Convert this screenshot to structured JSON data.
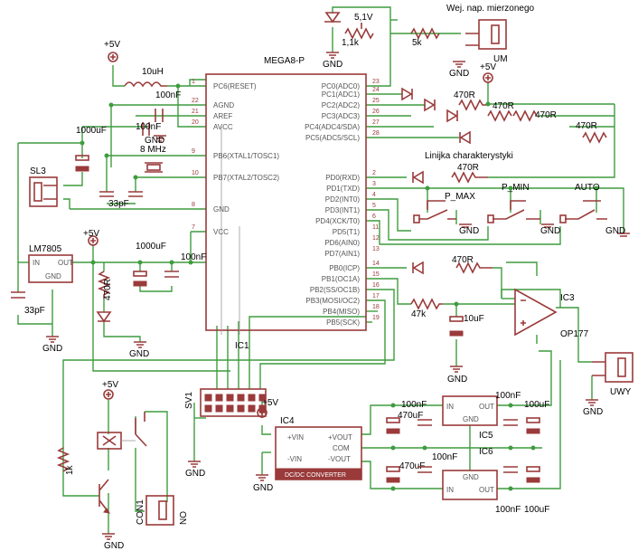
{
  "title_input": "Wej. nap. mierzonego",
  "mcu": {
    "name": "MEGA8-P",
    "ref": "IC1",
    "left_pins": [
      {
        "num": "1",
        "name": "PC6(RESET)"
      },
      {
        "num": "22",
        "name": "AGND"
      },
      {
        "num": "21",
        "name": "AREF"
      },
      {
        "num": "20",
        "name": "AVCC"
      },
      {
        "num": "9",
        "name": "PB6(XTAL1/TOSC1)"
      },
      {
        "num": "10",
        "name": "PB7(XTAL2/TOSC2)"
      },
      {
        "num": "8",
        "name": "GND"
      },
      {
        "num": "7",
        "name": "VCC"
      }
    ],
    "right_pins": [
      {
        "num": "23",
        "name": "PC0(ADC0)"
      },
      {
        "num": "24",
        "name": "PC1(ADC1)"
      },
      {
        "num": "25",
        "name": "PC2(ADC2)"
      },
      {
        "num": "26",
        "name": "PC3(ADC3)"
      },
      {
        "num": "27",
        "name": "PC4(ADC4/SDA)"
      },
      {
        "num": "28",
        "name": "PC5(ADC5/SCL)"
      },
      {
        "num": "2",
        "name": "PD0(RXD)"
      },
      {
        "num": "3",
        "name": "PD1(TXD)"
      },
      {
        "num": "4",
        "name": "PD2(INT0)"
      },
      {
        "num": "5",
        "name": "PD3(INT1)"
      },
      {
        "num": "6",
        "name": "PD4(XCK/T0)"
      },
      {
        "num": "11",
        "name": "PD5(T1)"
      },
      {
        "num": "12",
        "name": "PD6(AIN0)"
      },
      {
        "num": "13",
        "name": "PD7(AIN1)"
      },
      {
        "num": "14",
        "name": "PB0(ICP)"
      },
      {
        "num": "15",
        "name": "PB1(OC1A)"
      },
      {
        "num": "16",
        "name": "PB2(SS/OC1B)"
      },
      {
        "num": "17",
        "name": "PB3(MOSI/OC2)"
      },
      {
        "num": "18",
        "name": "PB4(MISO)"
      },
      {
        "num": "19",
        "name": "PB5(SCK)"
      }
    ]
  },
  "labels": {
    "vcc": "+5V",
    "gnd": "GND",
    "inductor": "10uH",
    "c100n": "100nF",
    "c1000u": "1000uF",
    "crystal": "8 MHz",
    "c33p": "33pF",
    "sl3": "SL3",
    "lm7805": "LM7805",
    "reg_in": "IN",
    "reg_out": "OUT",
    "reg_gnd": "GND",
    "r470": "470R",
    "zener": "5,1V",
    "r1k1": "1,1k",
    "r5k": "5k",
    "um": "UM",
    "linijka": "Linijka charakterystyki",
    "p_max": "P_MAX",
    "p_min": "P_MIN",
    "auto": "AUTO",
    "r47k": "47k",
    "c10u": "10uF",
    "opamp_ref": "IC3",
    "opamp": "OP177",
    "uwy": "UWY",
    "sv1": "SV1",
    "ic4": "IC4",
    "dcdc": "DC/DC CONVERTER",
    "pvin": "+VIN",
    "nvin": "-VIN",
    "pvout": "+VOUT",
    "com": "COM",
    "nvout": "-VOUT",
    "c470u": "470uF",
    "c100u": "100uF",
    "ic5": "IC5",
    "ic6": "IC6",
    "r1k": "1k",
    "con1": "CON1",
    "no": "NO"
  }
}
